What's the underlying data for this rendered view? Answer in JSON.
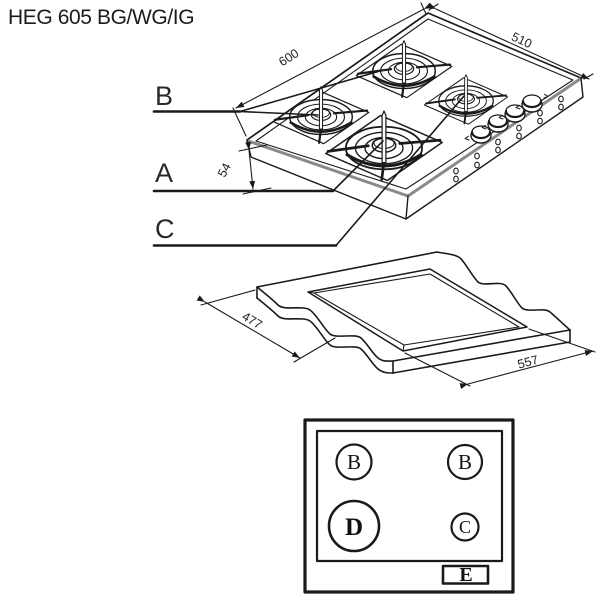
{
  "title": "HEG 605 BG/WG/IG",
  "isometric_view": {
    "dims": {
      "width": "600",
      "depth": "510",
      "height": "54"
    },
    "callouts": {
      "b": "B",
      "a": "A",
      "c": "C"
    }
  },
  "cutout_view": {
    "dims": {
      "depth": "477",
      "width": "557"
    }
  },
  "burner_layout": {
    "burners": [
      {
        "label": "B"
      },
      {
        "label": "B"
      },
      {
        "label": "D"
      },
      {
        "label": "C"
      }
    ],
    "control_panel_label": "E"
  },
  "colors": {
    "ink": "#1a1a1a",
    "shade": "#8a8a8a",
    "background": "#ffffff"
  }
}
